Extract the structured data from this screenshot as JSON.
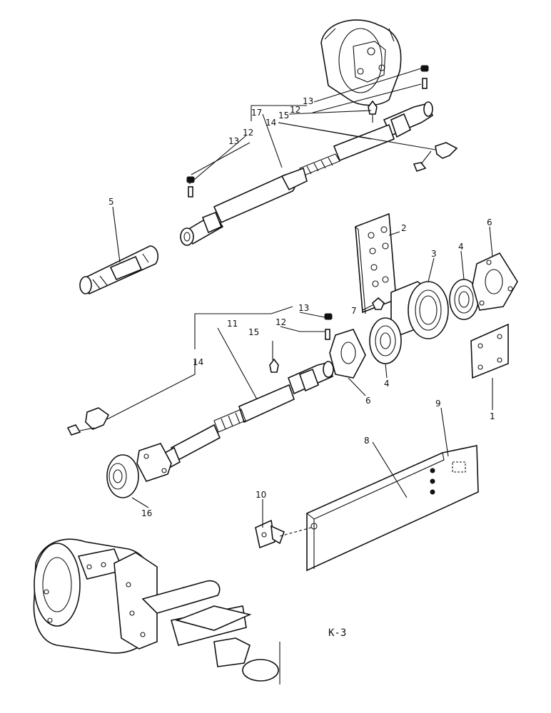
{
  "diagram": {
    "title": "K-3",
    "callouts": {
      "c1": "1",
      "c2": "2",
      "c3": "3",
      "c4a": "4",
      "c4b": "4",
      "c5": "5",
      "c6a": "6",
      "c6b": "6",
      "c7": "7",
      "c8": "8",
      "c9": "9",
      "c10": "10",
      "c11": "11",
      "c12a": "12",
      "c12b": "12",
      "c12c": "12",
      "c13a": "13",
      "c13b": "13",
      "c13c": "13",
      "c14a": "14",
      "c14b": "14",
      "c15a": "15",
      "c15b": "15",
      "c16": "16",
      "c17": "17"
    }
  }
}
